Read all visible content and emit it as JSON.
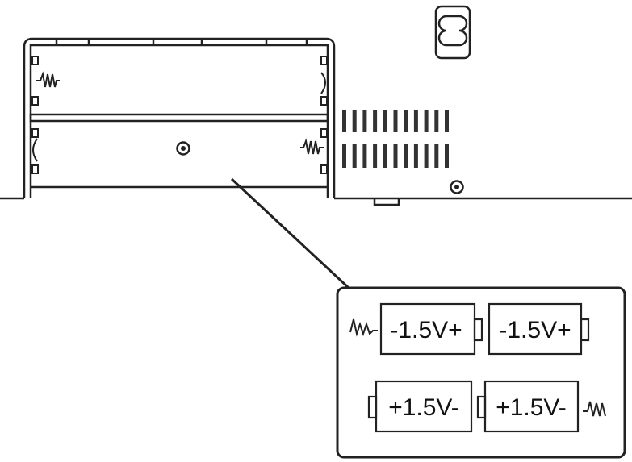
{
  "figure": {
    "stroke_color": "#222222",
    "background": "#ffffff",
    "icons": [
      "power-inlet-icon",
      "spring-contact-icon",
      "battery-icon",
      "screw-icon",
      "vent-slot-icon"
    ]
  },
  "inset": {
    "batteries": [
      {
        "label": "-1.5V+",
        "row": "top",
        "orientation": "positive-right"
      },
      {
        "label": "-1.5V+",
        "row": "top",
        "orientation": "positive-right"
      },
      {
        "label": "+1.5V-",
        "row": "bottom",
        "orientation": "positive-left"
      },
      {
        "label": "+1.5V-",
        "row": "bottom",
        "orientation": "positive-left"
      }
    ]
  }
}
